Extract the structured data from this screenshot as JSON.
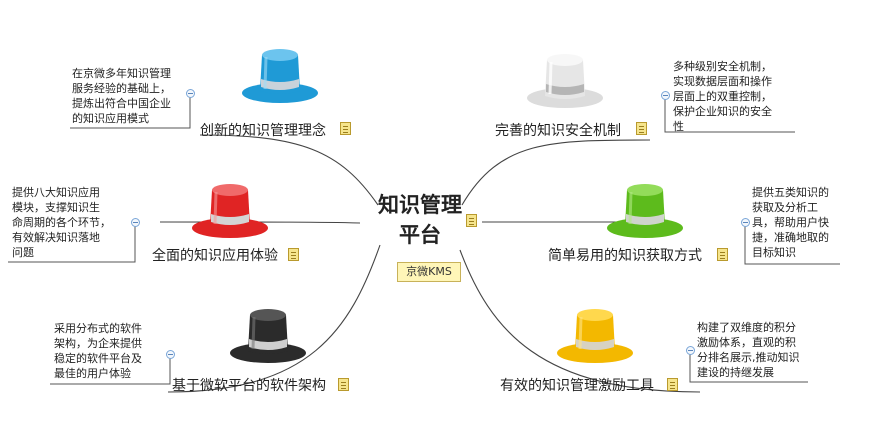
{
  "center": {
    "title": "知识管理\n平台",
    "tag": "京微KMS"
  },
  "branches": [
    {
      "id": "tl",
      "label": "创新的知识管理理念",
      "hat_color": "#1f9ad6",
      "hat_icon": "top-hat-icon",
      "desc": "在京微多年知识管理\n服务经验的基础上，\n提炼出符合中国企业\n的知识应用模式"
    },
    {
      "id": "ml",
      "label": "全面的知识应用体验",
      "hat_color": "#e02424",
      "hat_icon": "top-hat-icon",
      "desc": "提供八大知识应用\n模块，支撑知识生\n命周期的各个环节，\n有效解决知识落地\n问题"
    },
    {
      "id": "bl",
      "label": "基于微软平台的软件架构",
      "hat_color": "#2b2b2b",
      "hat_icon": "top-hat-icon",
      "desc": "采用分布式的软件\n架构，为企来提供\n稳定的软件平台及\n最佳的用户体验"
    },
    {
      "id": "tr",
      "label": "完善的知识安全机制",
      "hat_color": "#e6e6e6",
      "hat_icon": "top-hat-icon",
      "desc": "多种级别安全机制，\n实现数据层面和操作\n层面上的双重控制，\n保护企业知识的安全\n性"
    },
    {
      "id": "mr",
      "label": "简单易用的知识获取方式",
      "hat_color": "#5dbb1c",
      "hat_icon": "top-hat-icon",
      "desc": "提供五类知识的\n获取及分析工\n具，帮助用户快\n捷，准确地取的\n目标知识"
    },
    {
      "id": "br",
      "label": "有效的知识管理激励工具",
      "hat_color": "#f3b800",
      "hat_icon": "top-hat-icon",
      "desc": "构建了双维度的积分\n激励体系，直观的积\n分排名展示,推动知识\n建设的持继发展"
    }
  ]
}
